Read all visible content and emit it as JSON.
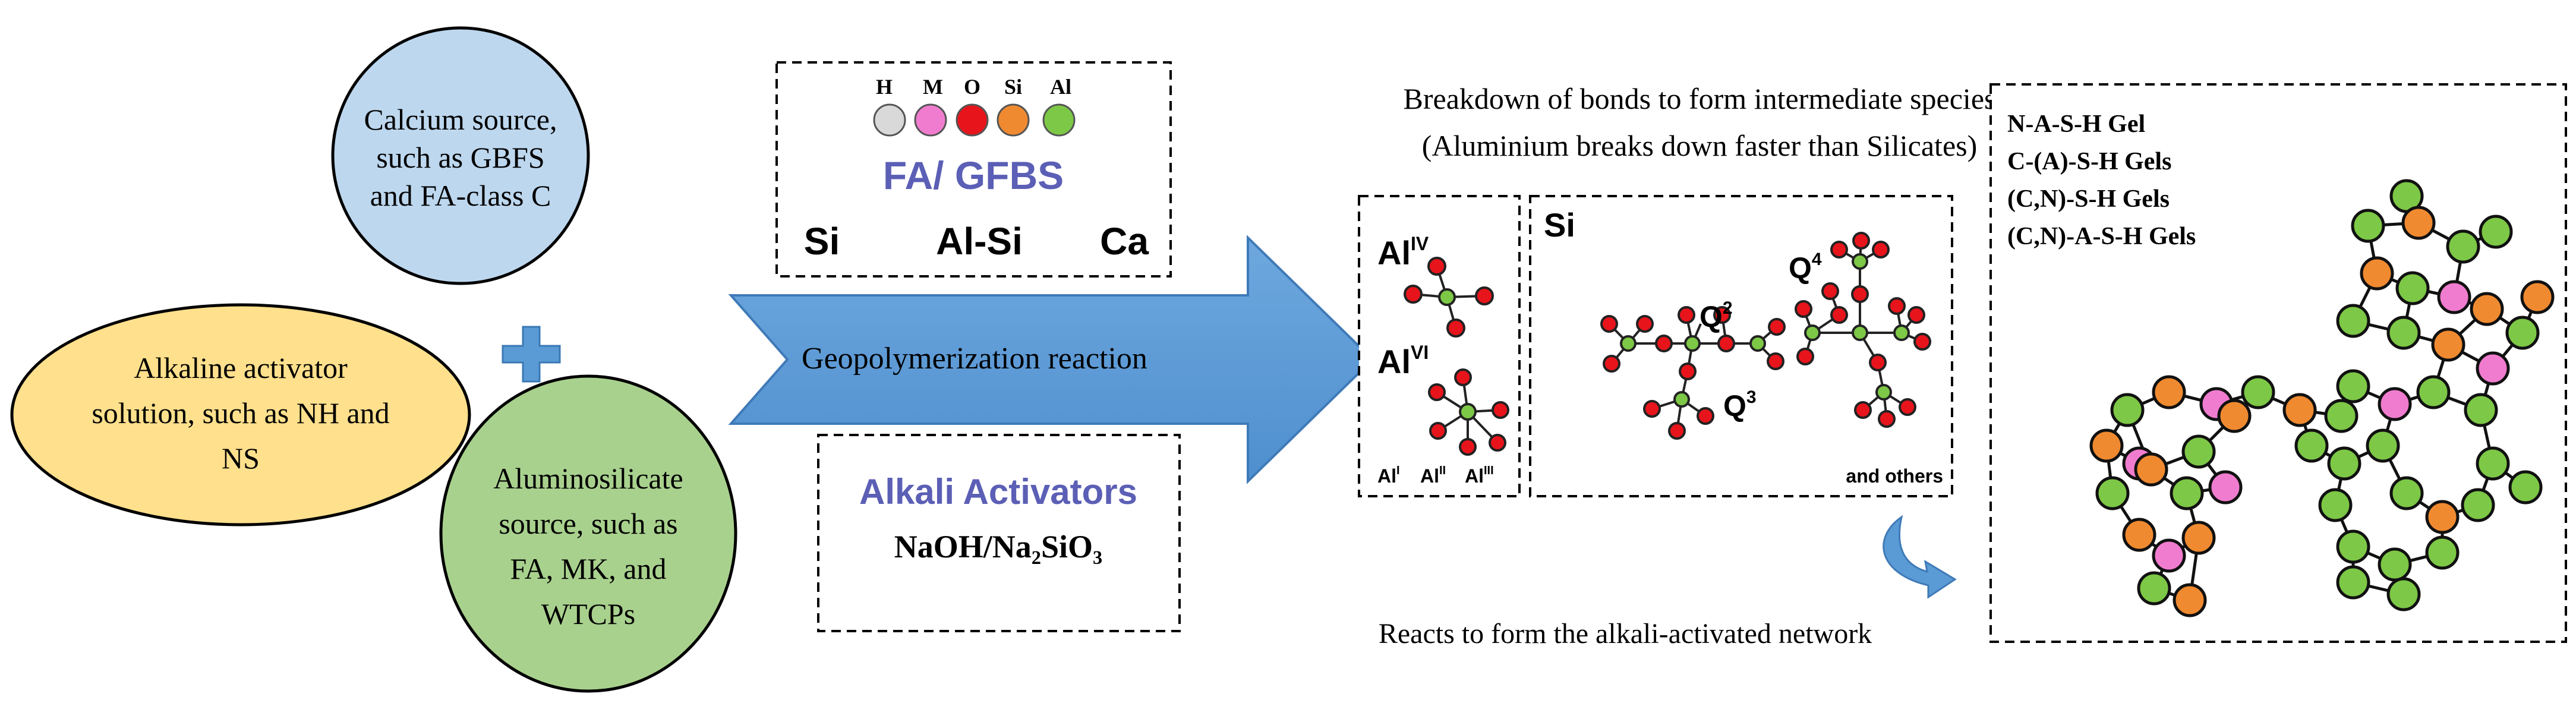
{
  "inputs": {
    "calcium_line1": "Calcium source,",
    "calcium_line2": "such as GBFS",
    "calcium_line3": "and FA-class C",
    "alkaline_line1": "Alkaline activator",
    "alkaline_line2": "solution, such as NH and",
    "alkaline_line3": "NS",
    "alumino_line1": "Aluminosilicate",
    "alumino_line2": "source, such as",
    "alumino_line3": "FA, MK, and",
    "alumino_line4": "WTCPs"
  },
  "legend": {
    "atoms": [
      "H",
      "M",
      "O",
      "Si",
      "Al"
    ],
    "colors": {
      "H": "#d9d9d9",
      "M": "#f07ccf",
      "O": "#e8141b",
      "Si": "#f08a30",
      "Al": "#7dc846"
    },
    "title": "FA/ GFBS",
    "items": [
      "Si",
      "Al-Si",
      "Ca"
    ]
  },
  "activators": {
    "title": "Alkali Activators",
    "formula": "NaOH/Na₂SiO₃"
  },
  "arrow_label": "Geopolymerization reaction",
  "breakdown": {
    "line1": "Breakdown of bonds to form intermediate species",
    "line2": "(Aluminium breaks down faster than Silicates)"
  },
  "al_box": {
    "al4": "Al",
    "al4_sup": "IV",
    "al6": "Al",
    "al6_sup": "VI",
    "bottom": [
      "Al",
      "Al",
      "Al"
    ],
    "bottom_sup": [
      "I",
      "II",
      "III"
    ]
  },
  "si_box": {
    "title": "Si",
    "q2": "Q",
    "q2_sup": "2",
    "q3": "Q",
    "q3_sup": "3",
    "q4": "Q",
    "q4_sup": "4",
    "others": "and others"
  },
  "reacts_label": "Reacts to form the alkali-activated network",
  "gels": [
    "N-A-S-H Gel",
    "C-(A)-S-H Gels",
    "(C,N)-S-H Gels",
    "(C,N)-A-S-H Gels"
  ],
  "colors": {
    "calcium": "#bdd7ee",
    "alkaline": "#ffe08c",
    "alumino": "#a9d18e",
    "arrow": "#5b9bd5",
    "plus": "#5b9bd5",
    "legend_title": "#5b5fb5"
  }
}
